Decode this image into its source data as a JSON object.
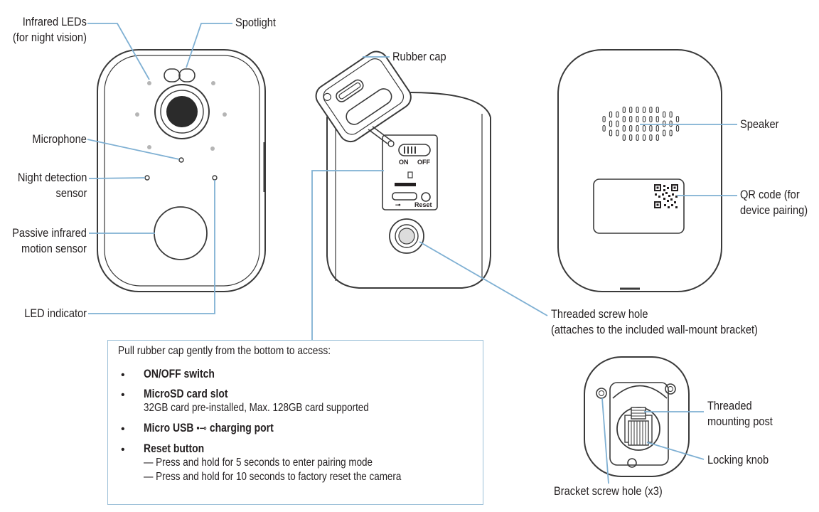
{
  "labels": {
    "infrared_leds_line1": "Infrared LEDs",
    "infrared_leds_line2": "(for night vision)",
    "spotlight": "Spotlight",
    "microphone": "Microphone",
    "night_sensor_line1": "Night detection",
    "night_sensor_line2": "sensor",
    "pir_line1": "Passive infrared",
    "pir_line2": "motion sensor",
    "led_indicator": "LED indicator",
    "rubber_cap": "Rubber cap",
    "speaker": "Speaker",
    "qr_line1": "QR code (for",
    "qr_line2": "device pairing)",
    "screw_hole_line1": "Threaded screw hole",
    "screw_hole_line2": "(attaches to the included wall-mount bracket)",
    "mount_post_line1": "Threaded",
    "mount_post_line2": "mounting post",
    "locking_knob": "Locking knob",
    "bracket_hole": "Bracket screw hole (x3)"
  },
  "device_text": {
    "on": "ON",
    "off": "OFF",
    "reset": "Reset"
  },
  "info_box": {
    "intro": "Pull rubber cap gently from the bottom to access:",
    "bullet_glyph": "•",
    "items": [
      {
        "title": "ON/OFF switch"
      },
      {
        "title": "MicroSD card slot",
        "detail": "32GB card pre-installed, Max. 128GB card supported"
      },
      {
        "title": "Micro USB",
        "title_suffix": "charging port",
        "usb_glyph": "•⊸"
      },
      {
        "title": "Reset button",
        "detail_1": "— Press and hold for 5 seconds to enter pairing mode",
        "detail_2": "— Press and hold for 10 seconds to factory reset the camera"
      }
    ]
  },
  "colors": {
    "leader": "#7fb0d3",
    "outline": "#3a3a3a",
    "box_border": "#9cc0d8",
    "text": "#231f20"
  }
}
